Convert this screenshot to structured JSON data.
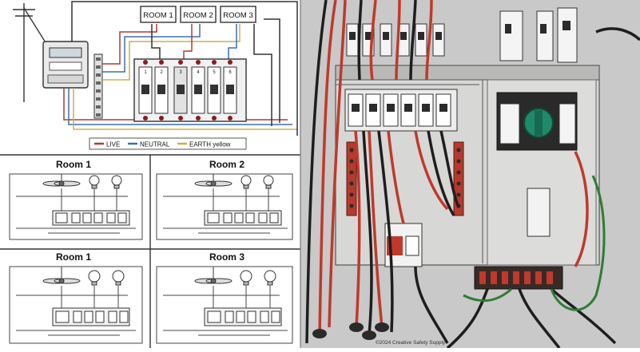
{
  "wiring_diagram": {
    "top_rooms": [
      "ROOM 1",
      "ROOM 2",
      "ROOM 3"
    ],
    "legend": [
      {
        "label": "LIVE",
        "color": "#b23a2e"
      },
      {
        "label": "NEUTRAL",
        "color": "#3f6fa8"
      },
      {
        "label": "EARTH yellow",
        "color": "#c9b24a"
      }
    ],
    "panels": [
      {
        "title": "Room 1"
      },
      {
        "title": "Room 2"
      },
      {
        "title": "Room 1"
      },
      {
        "title": "Room 3"
      }
    ],
    "breaker_numbers": [
      "1",
      "2",
      "3",
      "4",
      "5",
      "6"
    ]
  },
  "photo": {
    "caption": "©2024 Creative Safety Supply",
    "wire_colors": {
      "red": "#c0392b",
      "black": "#1e1e1e",
      "green": "#2e7d32",
      "knob": "#1f8a6a"
    }
  }
}
